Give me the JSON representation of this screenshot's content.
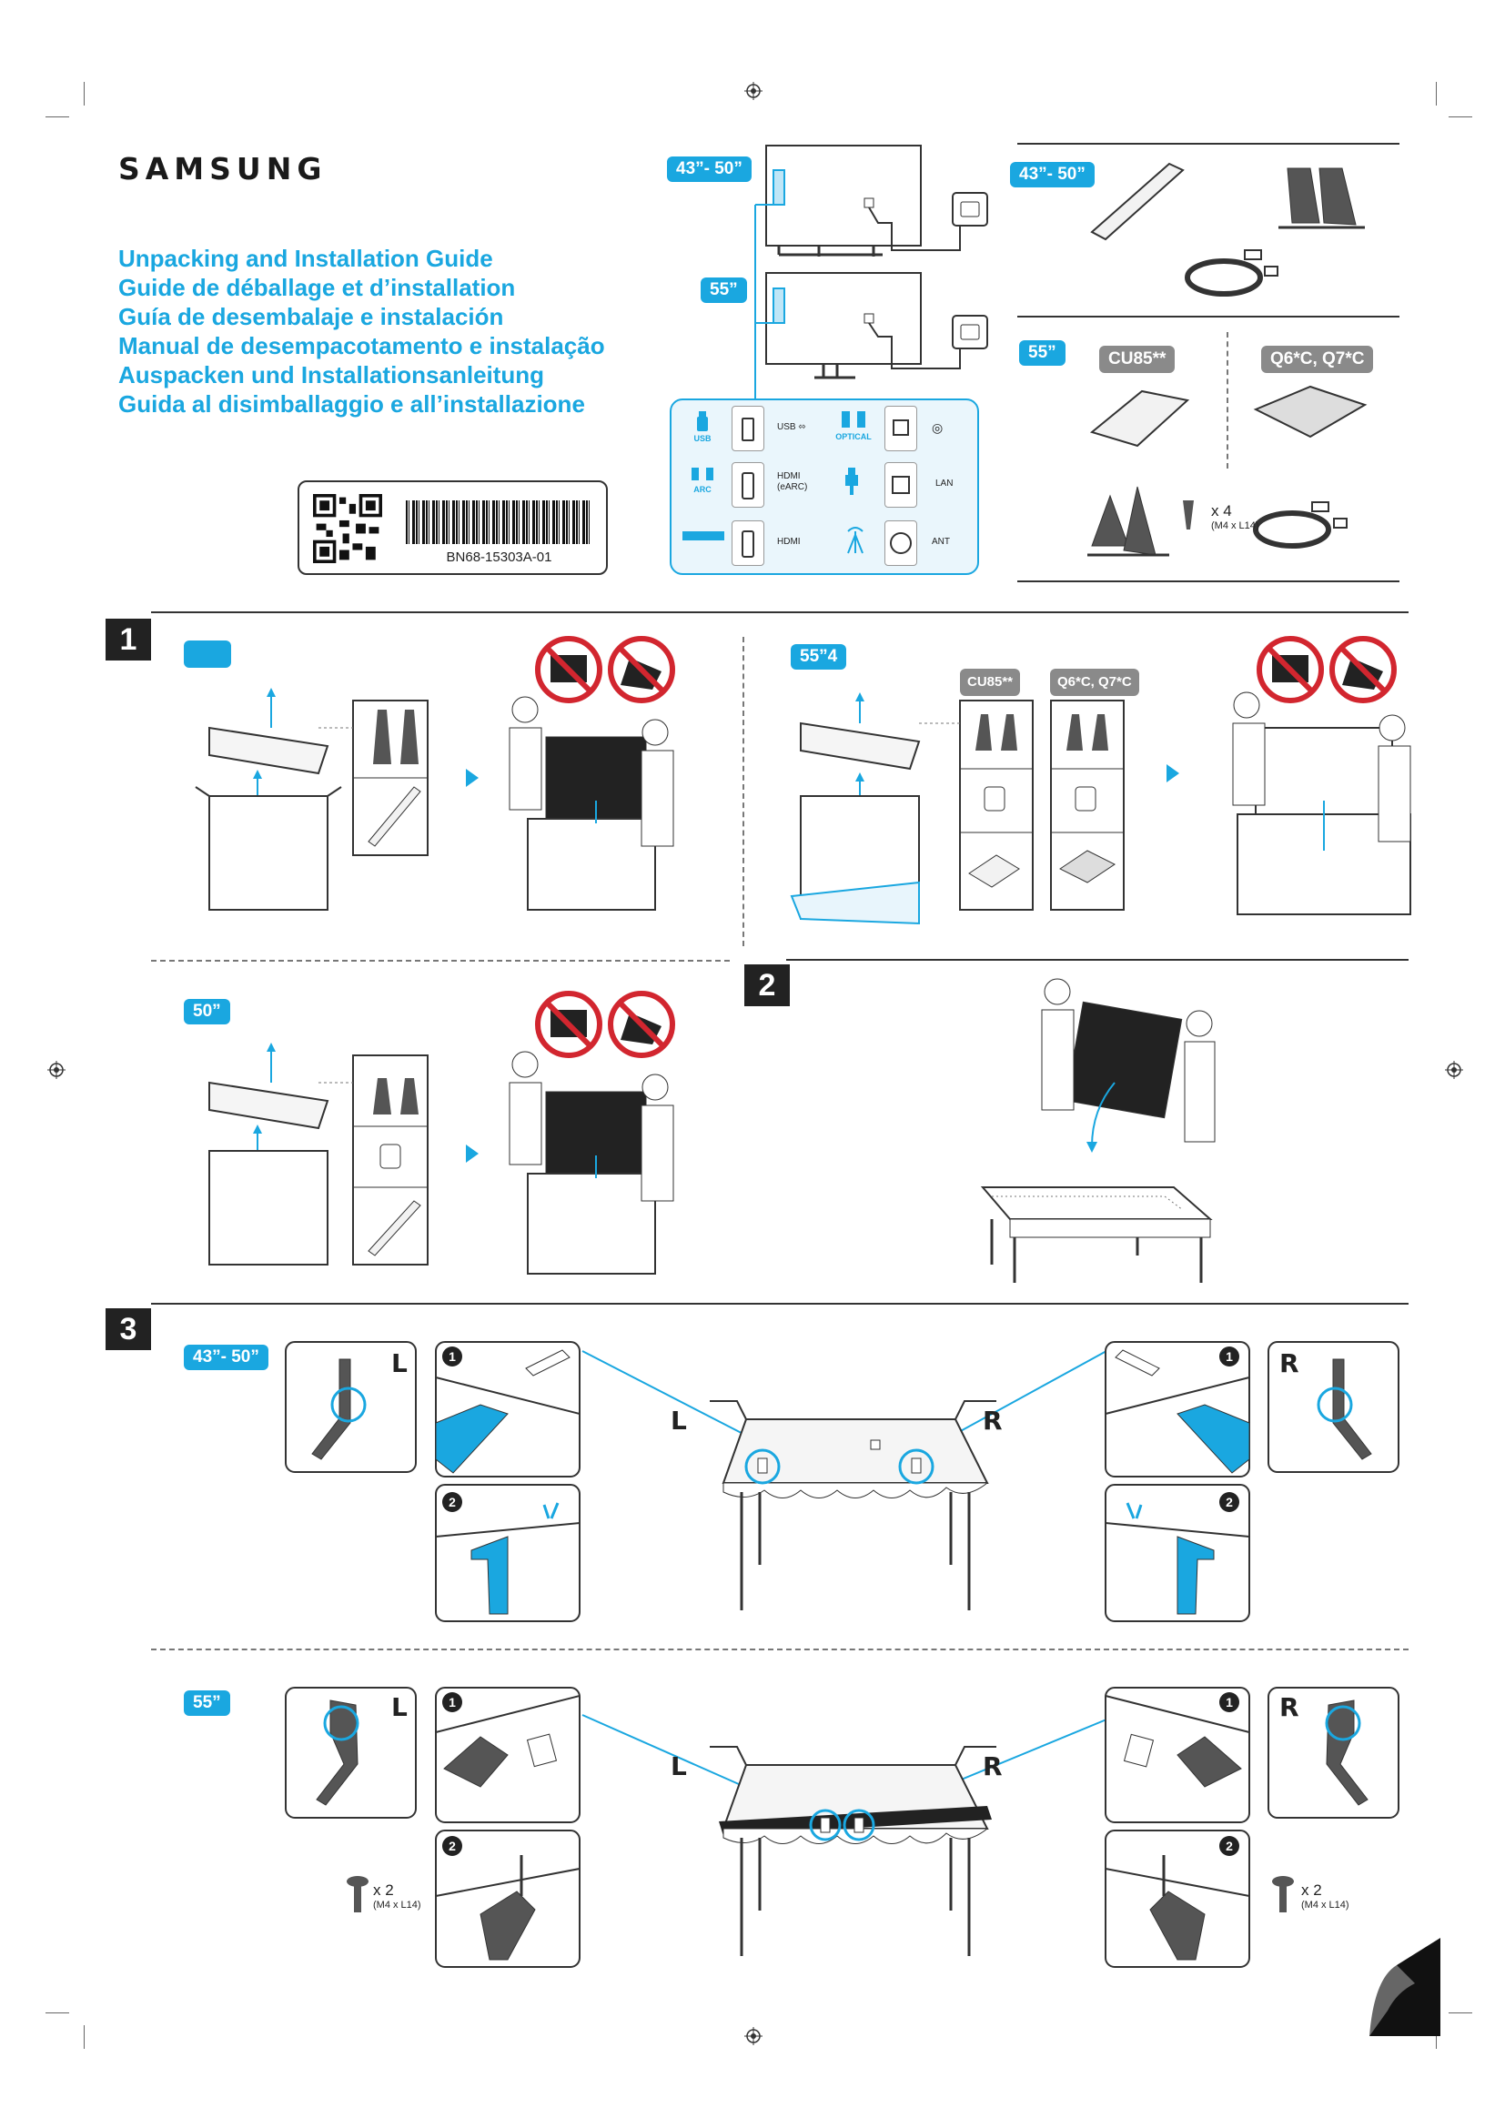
{
  "brand": "SAMSUNG",
  "titles": [
    "Unpacking and Installation Guide",
    "Guide de déballage et d’installation",
    "Guía de desembalaje e instalación",
    "Manual de desempacotamento e instalação",
    "Auspacken und Installationsanleitung",
    "Guida al disimballaggio e all’installazione"
  ],
  "barcode": {
    "code": "BN68-15303A-01"
  },
  "sizes": {
    "s43_50": "43”- 50”",
    "s55": "55”",
    "s50": "50”",
    "s55_step1": "55”4"
  },
  "models": {
    "cu85": "CU85**",
    "q6_q7": "Q6*C, Q7*C",
    "q6_q7_comma": "Q6*C, Q7*C"
  },
  "ports": {
    "usb_label": "USB",
    "usb_port": "USB ⬄",
    "optical_label": "OPTICAL",
    "arc_label": "ARC",
    "hdmi_earc": "HDMI",
    "earc_sub": "(eARC)",
    "lan": "LAN",
    "hdmi": "HDMI",
    "ant": "ANT"
  },
  "steps": {
    "one": "1",
    "two": "2",
    "three": "3"
  },
  "sides": {
    "left": "L",
    "right": "R"
  },
  "substeps": {
    "a": "1",
    "b": "2"
  },
  "screws": {
    "x4": "x 4",
    "x2": "x 2",
    "spec": "(M4 x L14)"
  },
  "colors": {
    "accent": "#1aa7e0",
    "dark": "#222222",
    "prohibit": "#d2262f"
  }
}
